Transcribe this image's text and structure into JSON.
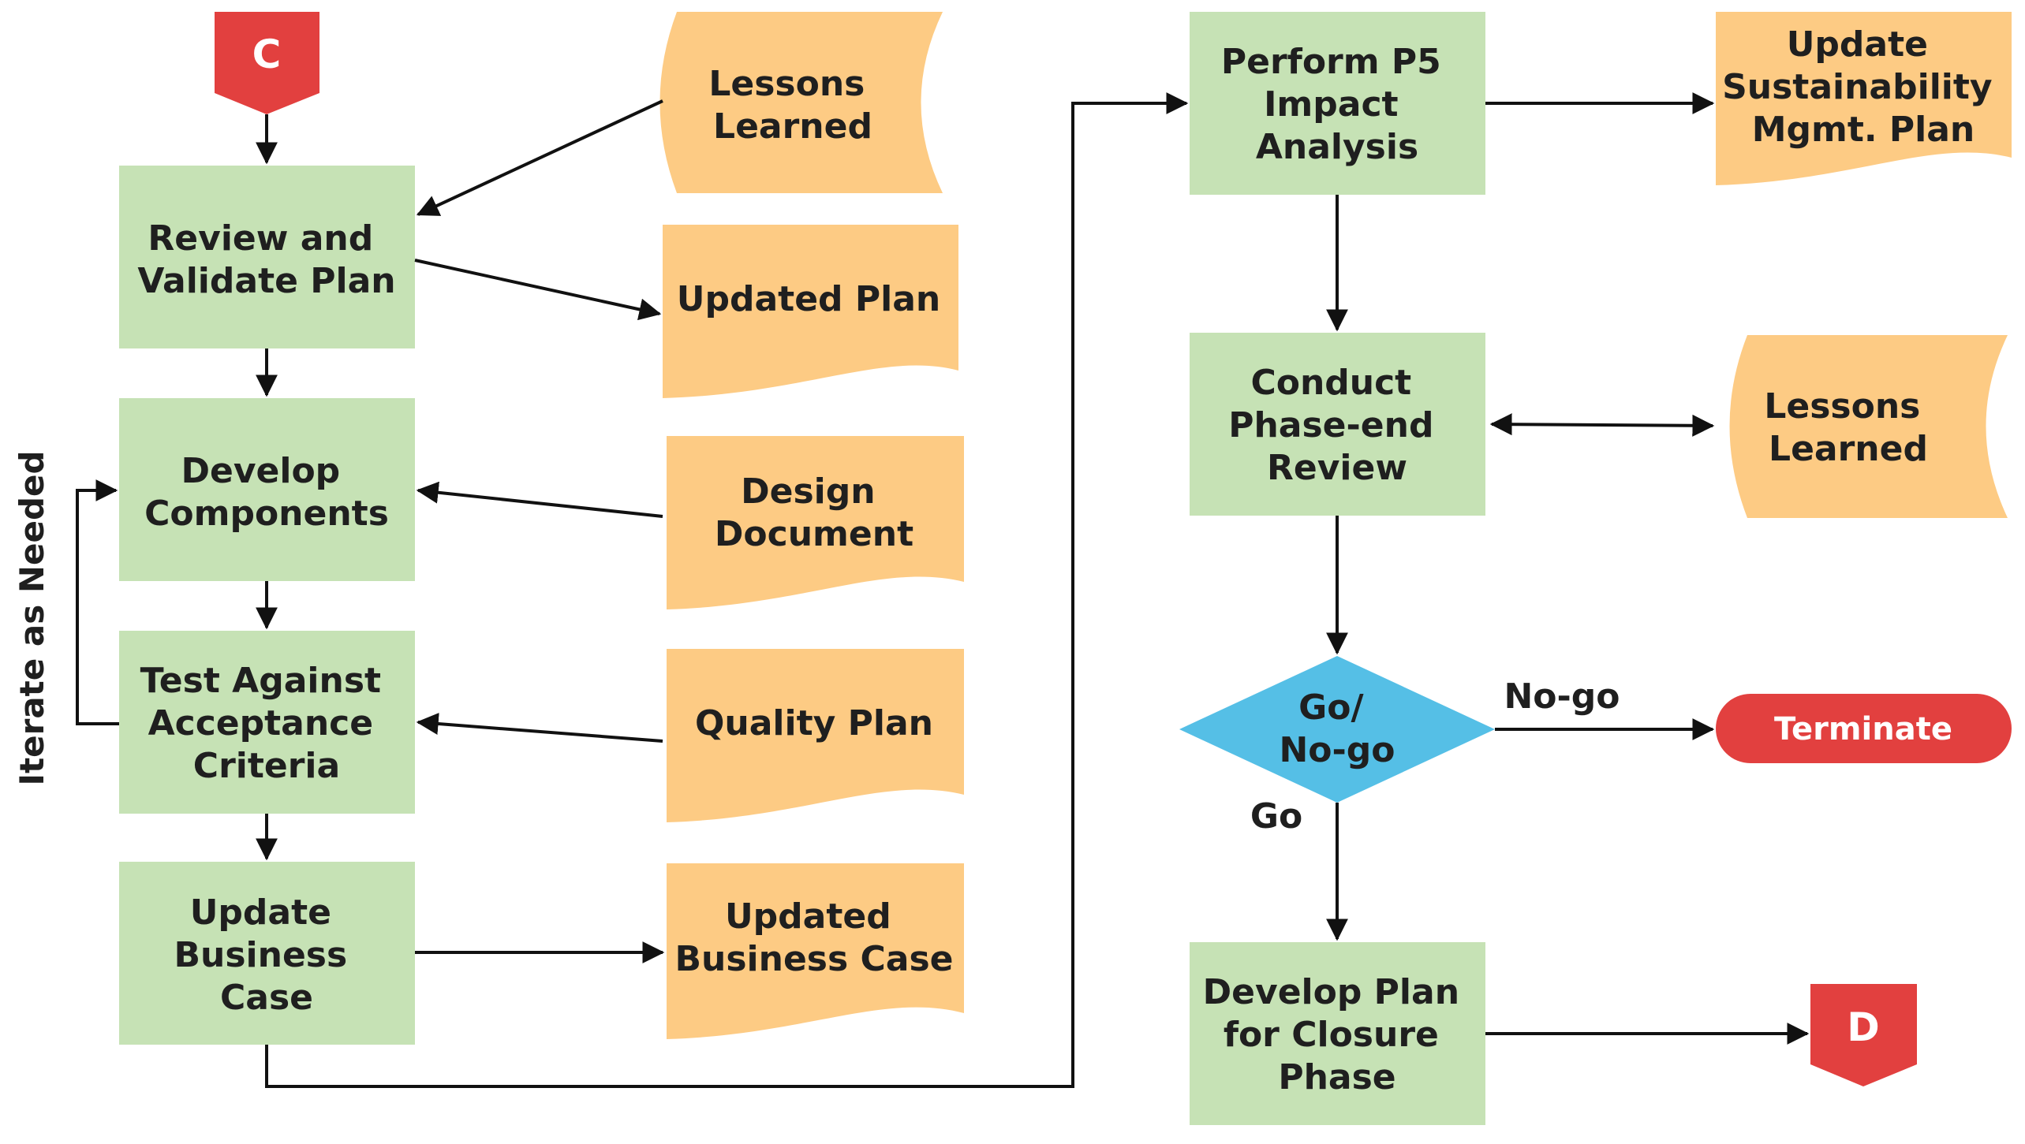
{
  "colors": {
    "process": "#c6e2b5",
    "document": "#fdcb84",
    "decision": "#55bfe6",
    "terminator": "#e2403f",
    "connector": "#e2403f",
    "line": "#111111"
  },
  "connectors": {
    "start": "C",
    "end": "D"
  },
  "process": {
    "review": [
      "Review  and",
      "Validate  Plan"
    ],
    "develop": [
      "Develop",
      "Components"
    ],
    "test": [
      "Test Against",
      "Acceptance",
      "Criteria"
    ],
    "update_bc": [
      "Update",
      "Business",
      "Case"
    ],
    "perform": [
      "Perform  P5",
      "Impact",
      "Analysis"
    ],
    "conduct": [
      "Conduct",
      "Phase-end",
      "Review"
    ],
    "develop_plan": [
      "Develop Plan",
      "for Closure",
      "Phase"
    ]
  },
  "documents": {
    "lessons_1": [
      "Lessons",
      "Learned"
    ],
    "updated_plan": [
      "Updated  Plan"
    ],
    "design_doc": [
      "Design",
      "Document"
    ],
    "quality_plan": [
      "Quality  Plan"
    ],
    "updated_bc": [
      "Updated",
      "Business Case"
    ],
    "sustainability": [
      "Update",
      "Sustainability",
      "Mgmt.  Plan"
    ],
    "lessons_2": [
      "Lessons",
      "Learned"
    ]
  },
  "decision": [
    "Go/",
    "No-go"
  ],
  "terminator": "Terminate",
  "edge_labels": {
    "no_go": "No-go",
    "go": "Go"
  },
  "side_label": "Iterate  as Needed"
}
